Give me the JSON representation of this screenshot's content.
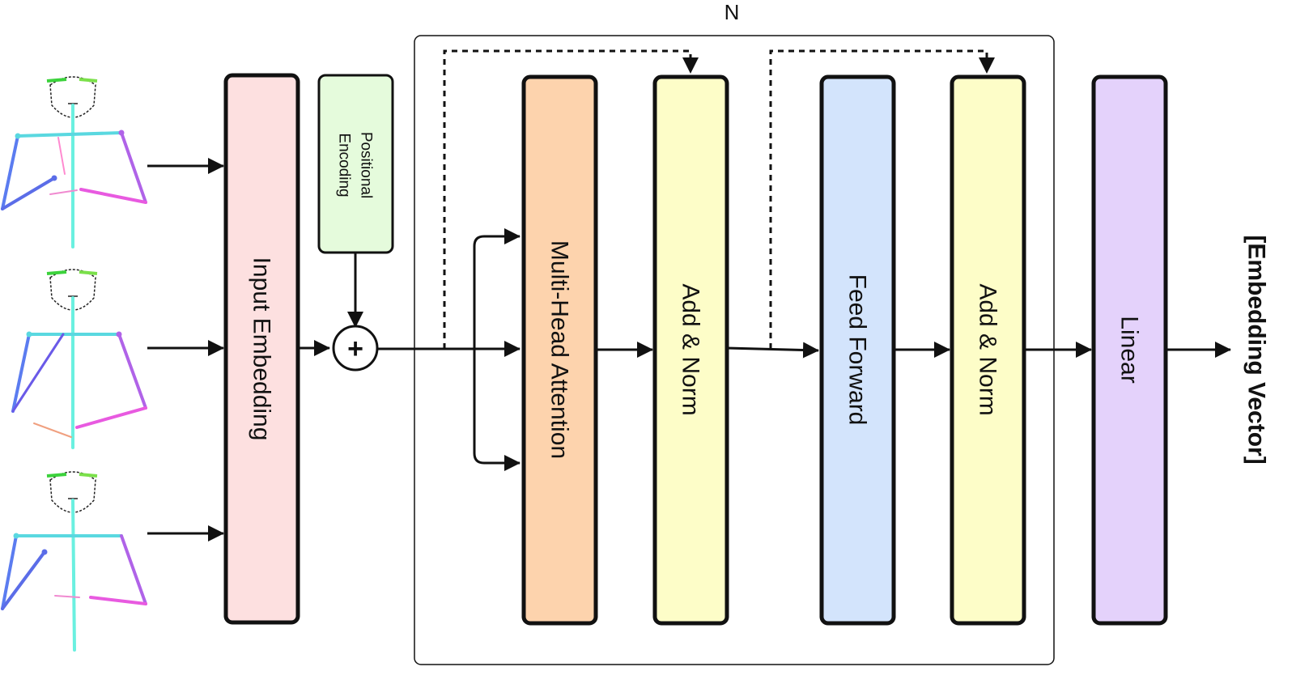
{
  "n_label": "N",
  "blocks": {
    "input_embedding": "Input Embedding",
    "positional_encoding_line1": "Positional",
    "positional_encoding_line2": "Encoding",
    "multi_head_attention": "Multi-Head Attention",
    "add_norm_1": "Add & Norm",
    "feed_forward": "Feed Forward",
    "add_norm_2": "Add & Norm",
    "linear": "Linear"
  },
  "adder_symbol": "+",
  "output_label": "[Embedding Vector]",
  "colors": {
    "input_embedding": "#fde0e0",
    "positional_encoding": "#e5fbdc",
    "multi_head_attention": "#fdd3ad",
    "add_norm": "#fdfdc8",
    "feed_forward": "#d3e4fc",
    "linear": "#e4d2fb",
    "stroke": "#111111"
  }
}
